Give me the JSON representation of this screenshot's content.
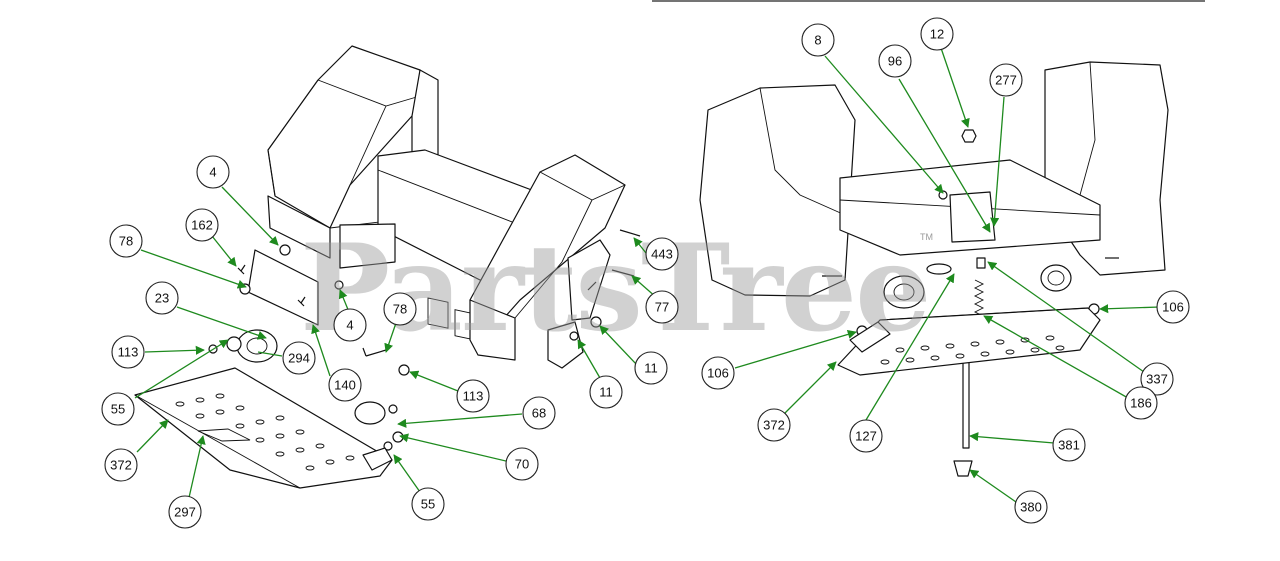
{
  "watermark": {
    "text": "PartsTree",
    "mark": "TM"
  },
  "colors": {
    "leader": "#1e8a1e",
    "outline": "#111111",
    "watermark": "#9a9a9a"
  },
  "left_view": {
    "callouts": [
      "4",
      "162",
      "78",
      "23",
      "113",
      "294",
      "55",
      "372",
      "297",
      "140",
      "4",
      "78",
      "113",
      "68",
      "70",
      "55",
      "443",
      "77",
      "11",
      "11"
    ]
  },
  "right_view": {
    "callouts": [
      "8",
      "12",
      "96",
      "277",
      "106",
      "106",
      "372",
      "127",
      "337",
      "186",
      "381",
      "380"
    ]
  }
}
